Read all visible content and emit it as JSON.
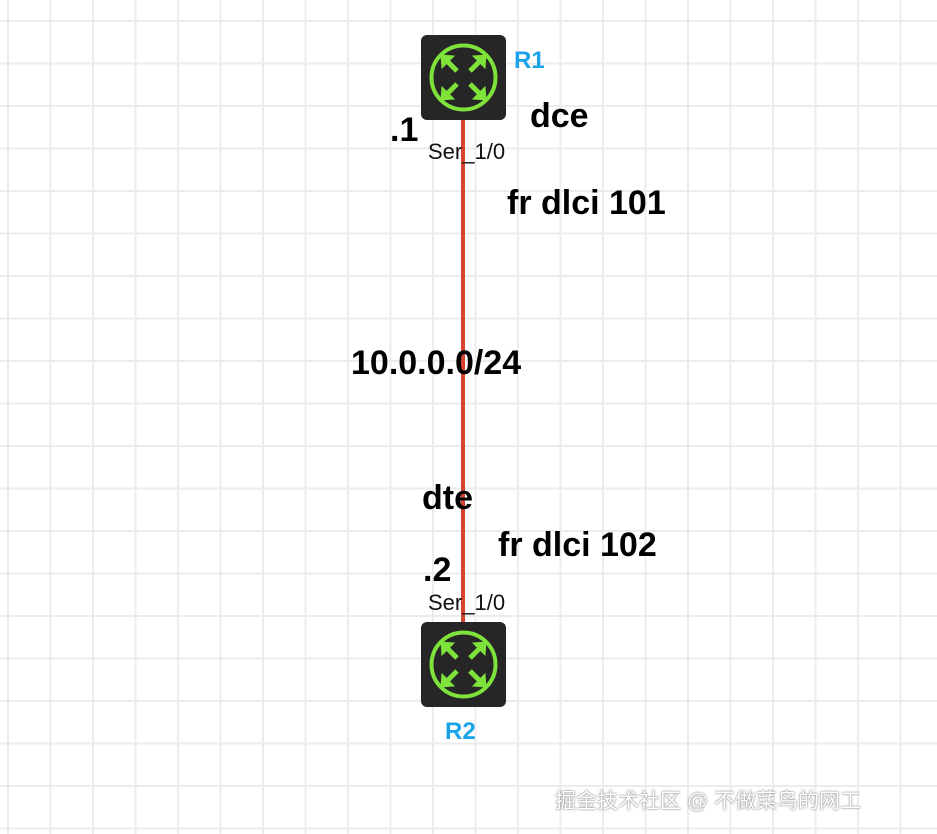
{
  "colors": {
    "link": "#d6432f",
    "router_body": "#262626",
    "router_icon": "#7ee23a",
    "label_name": "#1aa3e8"
  },
  "devices": [
    {
      "name": "R1",
      "icon": "router-icon",
      "port": "Ser_1/0",
      "ip_suffix": ".1",
      "role": "dce",
      "dlci": "fr dlci 101"
    },
    {
      "name": "R2",
      "icon": "router-icon",
      "port": "Ser_1/0",
      "ip_suffix": ".2",
      "role": "dte",
      "dlci": "fr dlci 102"
    }
  ],
  "link": {
    "subnet": "10.0.0.0/24"
  },
  "watermark": "掘金技术社区 @ 不做菜鸟的网工"
}
